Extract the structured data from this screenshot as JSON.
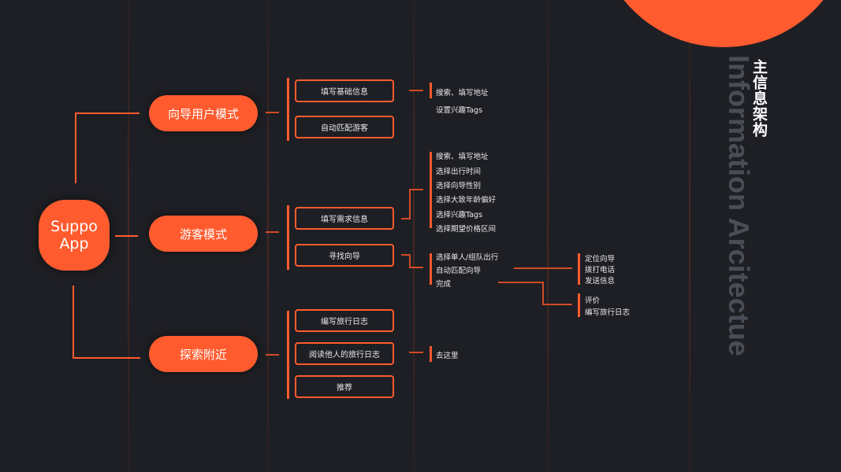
{
  "title": {
    "zh": "主信息架构",
    "en": "Information Arcitectue"
  },
  "colors": {
    "accent": "#ff5b2e",
    "background": "#1e1f24",
    "title_en": "#4a4d57"
  },
  "root": {
    "label": "Suppo App"
  },
  "modes": [
    {
      "label": "向导用户模式"
    },
    {
      "label": "游客模式"
    },
    {
      "label": "探索附近"
    }
  ],
  "guide_mode": {
    "items": [
      "填写基础信息",
      "自动匹配游客"
    ],
    "basic_info_details": [
      "搜索、填写地址",
      "设置兴趣Tags"
    ]
  },
  "tourist_mode": {
    "items": [
      "填写需求信息",
      "寻找向导"
    ],
    "requirement_details": [
      "搜索、填写地址",
      "选择出行时间",
      "选择向导性别",
      "选择大致年龄偏好",
      "选择兴趣Tags",
      "选择期望价格区间"
    ],
    "find_guide_details": [
      "选择单人/组队出行",
      "自动匹配向导",
      "完成"
    ],
    "match_details": [
      "定位向导",
      "拨打电话",
      "发送信息"
    ],
    "complete_details": [
      "评价",
      "编写旅行日志"
    ]
  },
  "explore": {
    "items": [
      "编写旅行日志",
      "阅读他人的旅行日志",
      "推荐"
    ],
    "read_details": [
      "去这里"
    ]
  }
}
